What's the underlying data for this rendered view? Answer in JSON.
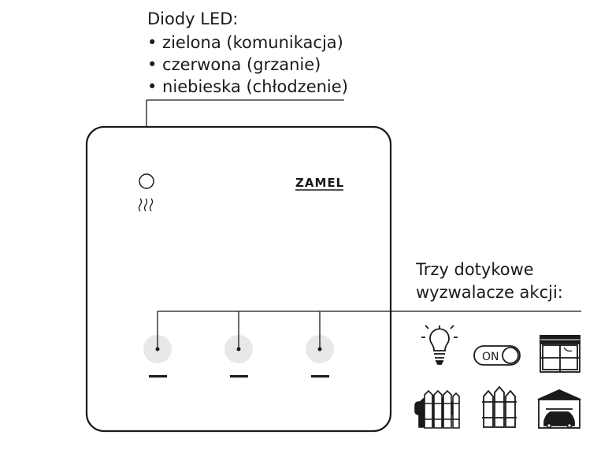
{
  "led_callout": {
    "title": "Diody LED:",
    "items": [
      "• zielona (komunikacja)",
      "• czerwona (grzanie)",
      "• niebieska (chłodzenie)"
    ]
  },
  "device": {
    "brand": "ZAMEL",
    "heat_symbol": "≀≀≀"
  },
  "action_callout": {
    "line1": "Trzy dotykowe",
    "line2": "wyzwalacze akcji:"
  },
  "action_icons": {
    "switch_label": "ON",
    "icons": [
      "light-bulb-icon",
      "on-switch-icon",
      "window-blind-icon",
      "car-gate-icon",
      "fence-gate-icon",
      "garage-icon"
    ]
  }
}
